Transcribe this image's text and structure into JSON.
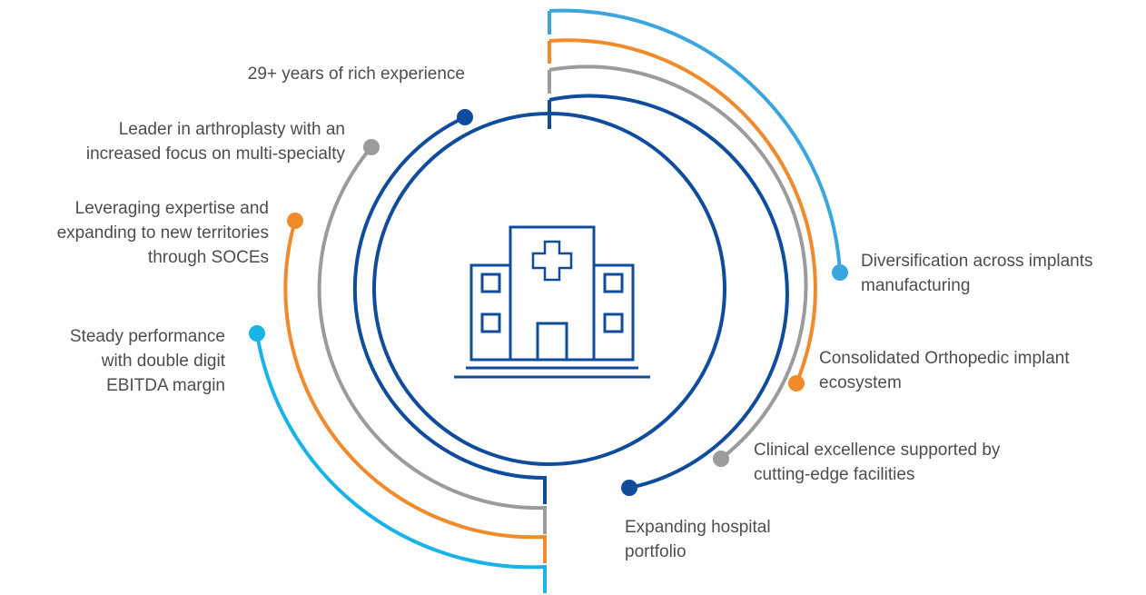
{
  "center_icon": "hospital-icon",
  "colors": {
    "dark_blue": "#0f4c9c",
    "gray": "#9b9b9b",
    "orange": "#f08a2b",
    "light_blue": "#3aa6dd",
    "cyan": "#18b4e8",
    "text": "#4d4d4d"
  },
  "left_labels": {
    "experience": "29+ years of rich experience",
    "leader": "Leader in arthroplasty with an\nincreased focus on multi-specialty",
    "leveraging": "Leveraging expertise and\nexpanding to new territories\nthrough SOCEs",
    "steady": "Steady performance\nwith double digit\nEBITDA margin"
  },
  "right_labels": {
    "diversification": "Diversification across implants\nmanufacturing",
    "consolidated": "Consolidated Orthopedic implant\necosystem",
    "clinical": "Clinical excellence supported by\ncutting-edge facilities",
    "expanding": "Expanding hospital\nportfolio"
  }
}
